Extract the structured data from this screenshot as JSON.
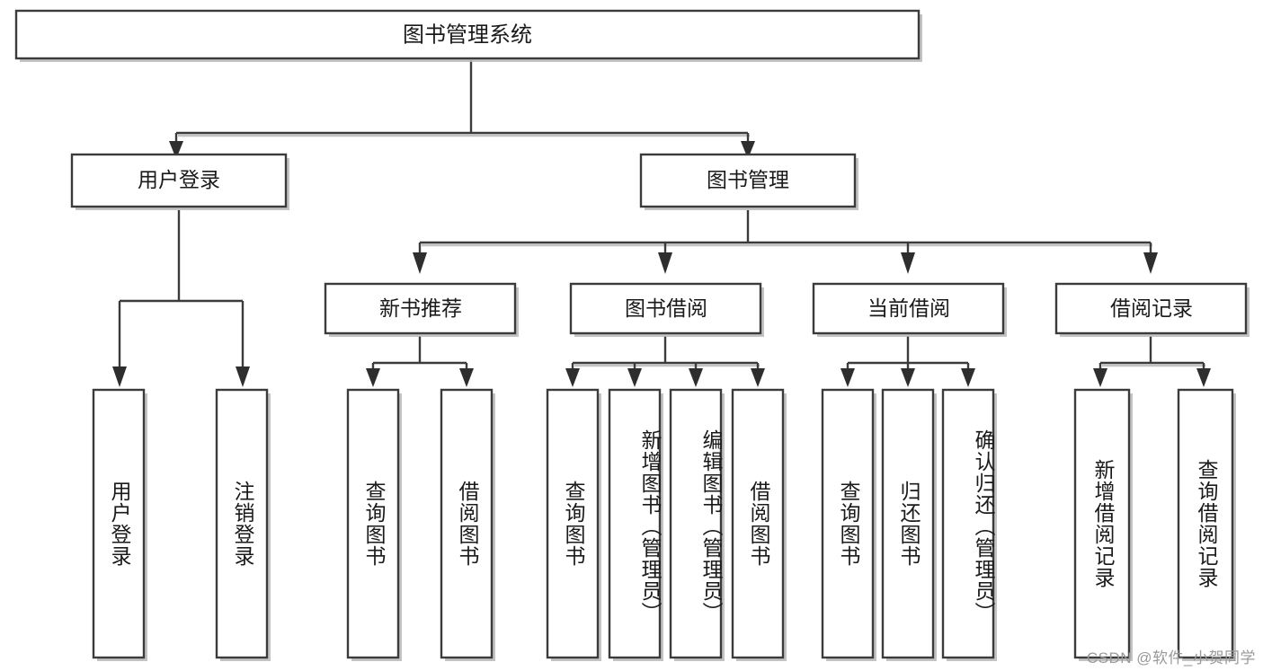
{
  "diagram": {
    "type": "tree-hierarchy",
    "title": "图书管理系统",
    "background_color": "#ffffff",
    "line_color": "#3b3b3b",
    "text_color": "#1a1a1a",
    "root": {
      "label": "图书管理系统",
      "orientation": "horizontal"
    },
    "level2": [
      {
        "label": "用户登录",
        "orientation": "horizontal"
      },
      {
        "label": "图书管理",
        "orientation": "horizontal"
      }
    ],
    "level3": [
      {
        "label": "新书推荐",
        "orientation": "horizontal"
      },
      {
        "label": "图书借阅",
        "orientation": "horizontal"
      },
      {
        "label": "当前借阅",
        "orientation": "horizontal"
      },
      {
        "label": "借阅记录",
        "orientation": "horizontal"
      }
    ],
    "leaves": {
      "user_login": [
        {
          "label": "用户登录",
          "orientation": "vertical"
        },
        {
          "label": "注销登录",
          "orientation": "vertical"
        }
      ],
      "new_book_recommend": [
        {
          "label": "查询图书",
          "orientation": "vertical"
        },
        {
          "label": "借阅图书",
          "orientation": "vertical"
        }
      ],
      "book_borrow": [
        {
          "label": "查询图书",
          "orientation": "vertical"
        },
        {
          "label": "新增图书（管理员）",
          "orientation": "vertical"
        },
        {
          "label": "编辑图书（管理员）",
          "orientation": "vertical"
        },
        {
          "label": "借阅图书",
          "orientation": "vertical"
        }
      ],
      "current_borrow": [
        {
          "label": "查询图书",
          "orientation": "vertical"
        },
        {
          "label": "归还图书",
          "orientation": "vertical"
        },
        {
          "label": "确认归还（管理员）",
          "orientation": "vertical"
        }
      ],
      "borrow_record": [
        {
          "label": "新增借阅记录",
          "orientation": "vertical"
        },
        {
          "label": "查询借阅记录",
          "orientation": "vertical"
        }
      ]
    }
  },
  "watermark": {
    "text": "CSDN @软件_小贺同学"
  }
}
